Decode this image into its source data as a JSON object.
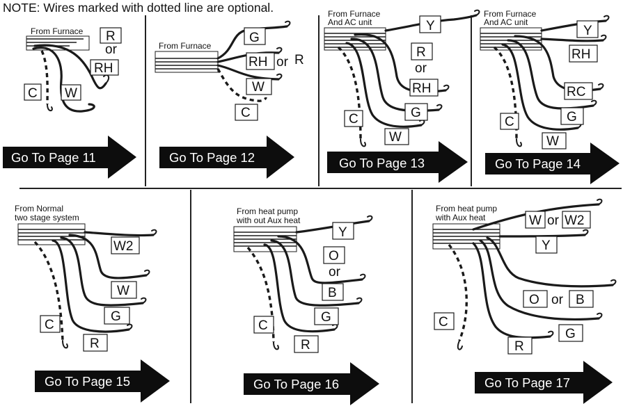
{
  "note": "NOTE: Wires marked with dotted line are optional.",
  "separator": "or",
  "panels": [
    {
      "source": [
        "From Furnace"
      ],
      "labels": [
        "R",
        "RH",
        "C",
        "W"
      ],
      "link": "Go To Page 11"
    },
    {
      "source": [
        "From Furnace"
      ],
      "labels": [
        "G",
        "RH",
        "R",
        "W",
        "C"
      ],
      "link": "Go To Page 12"
    },
    {
      "source": [
        "From Furnace",
        "And AC unit"
      ],
      "labels": [
        "Y",
        "R",
        "RH",
        "G",
        "C",
        "W"
      ],
      "link": "Go To Page 13"
    },
    {
      "source": [
        "From Furnace",
        "And AC unit"
      ],
      "labels": [
        "Y",
        "RH",
        "RC",
        "G",
        "C",
        "W"
      ],
      "link": "Go To Page 14"
    },
    {
      "source": [
        "From Normal",
        "two stage system"
      ],
      "labels": [
        "W2",
        "W",
        "G",
        "C",
        "R"
      ],
      "link": "Go To Page 15"
    },
    {
      "source": [
        "From heat pump",
        "with out Aux heat"
      ],
      "labels": [
        "Y",
        "O",
        "B",
        "G",
        "C",
        "R"
      ],
      "link": "Go To Page 16"
    },
    {
      "source": [
        "From heat pump",
        "with Aux heat"
      ],
      "labels": [
        "W",
        "W2",
        "Y",
        "O",
        "B",
        "C",
        "G",
        "R"
      ],
      "link": "Go To Page 17"
    }
  ]
}
